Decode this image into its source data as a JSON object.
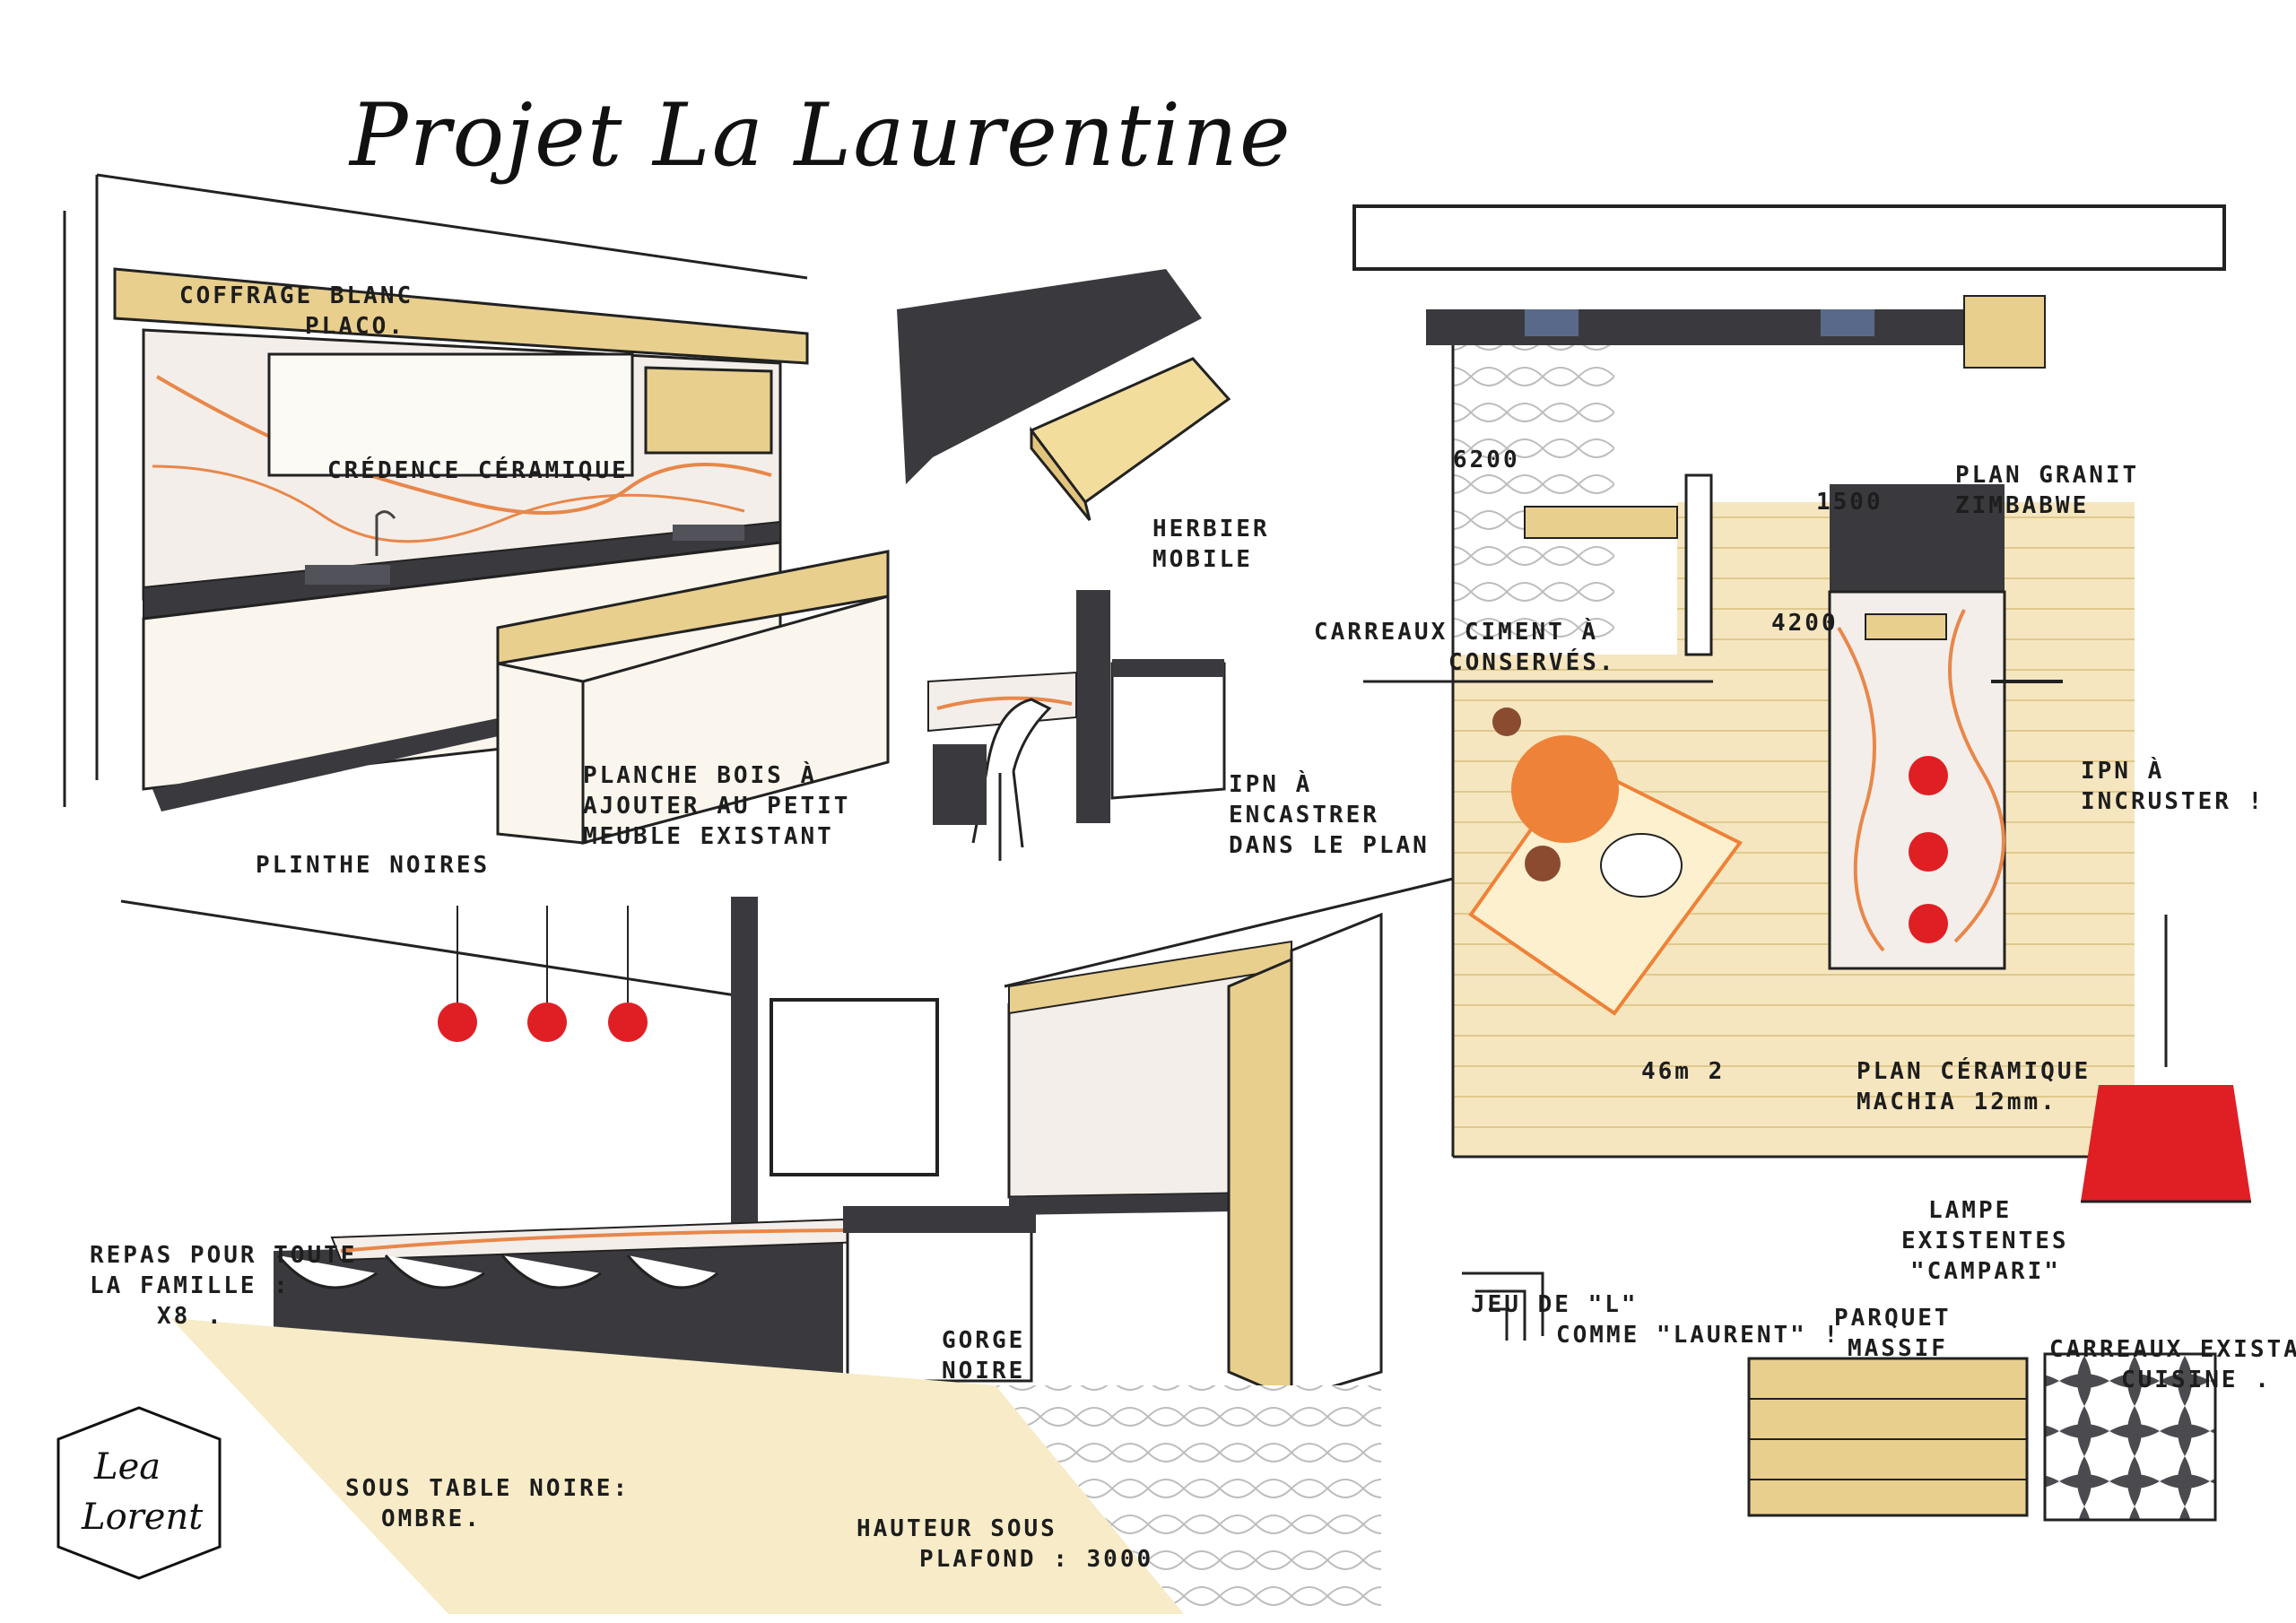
{
  "title": "Projet La Laurentine",
  "colors": {
    "wood": "#e8cf8e",
    "dark": "#3a3a3e",
    "marble": "#f3eee9",
    "veins": "#e8874a",
    "red": "#e01f25",
    "orange": "#ee8238",
    "floor": "#f6e9c4"
  },
  "labels": {
    "coffrage": [
      "COFFRAGE BLANC",
      "PLACO."
    ],
    "credence": [
      "CRÉDENCE CÉRAMIQUE"
    ],
    "herbier": [
      "HERBIER",
      "MOBILE"
    ],
    "planche": [
      "PLANCHE BOIS À",
      "AJOUTER AU PETIT",
      "MEUBLE EXISTANT"
    ],
    "plinthe": [
      "PLINTHE NOIRES"
    ],
    "ipn_plan": [
      "IPN À",
      "ENCASTRER",
      "DANS LE PLAN"
    ],
    "dim_6200": [
      "6200"
    ],
    "plan_granit": [
      "PLAN GRANIT",
      "ZIMBABWE"
    ],
    "dim_1500": [
      "1500"
    ],
    "dim_4200": [
      "4200"
    ],
    "carreaux_ciment": [
      "CARREAUX CIMENT À",
      "CONSERVÉS."
    ],
    "ipn_incruster": [
      "IPN À",
      "INCRUSTER !"
    ],
    "surface": [
      "46m 2"
    ],
    "plan_ceramique": [
      "PLAN CÉRAMIQUE",
      "MACHIA 12mm."
    ],
    "lampe": [
      "LAMPE",
      "EXISTENTES",
      "\"CAMPARI\""
    ],
    "repas": [
      "REPAS POUR TOUTE",
      "LA FAMILLE :",
      "X8 ."
    ],
    "gorge": [
      "GORGE",
      "NOIRE"
    ],
    "jeu_de_l": [
      "JEU DE \"L\"",
      "COMME \"LAURENT\" !"
    ],
    "parquet": [
      "PARQUET",
      "MASSIF"
    ],
    "carreaux_existants": [
      "CARREAUX EXISTANTS",
      "CUISINE ."
    ],
    "sous_table": [
      "SOUS TABLE NOIRE:",
      "OMBRE."
    ],
    "hauteur": [
      "HAUTEUR SOUS",
      "PLAFOND : 3000"
    ]
  },
  "logo": {
    "line1": "Lea",
    "line2": "Lorent"
  }
}
